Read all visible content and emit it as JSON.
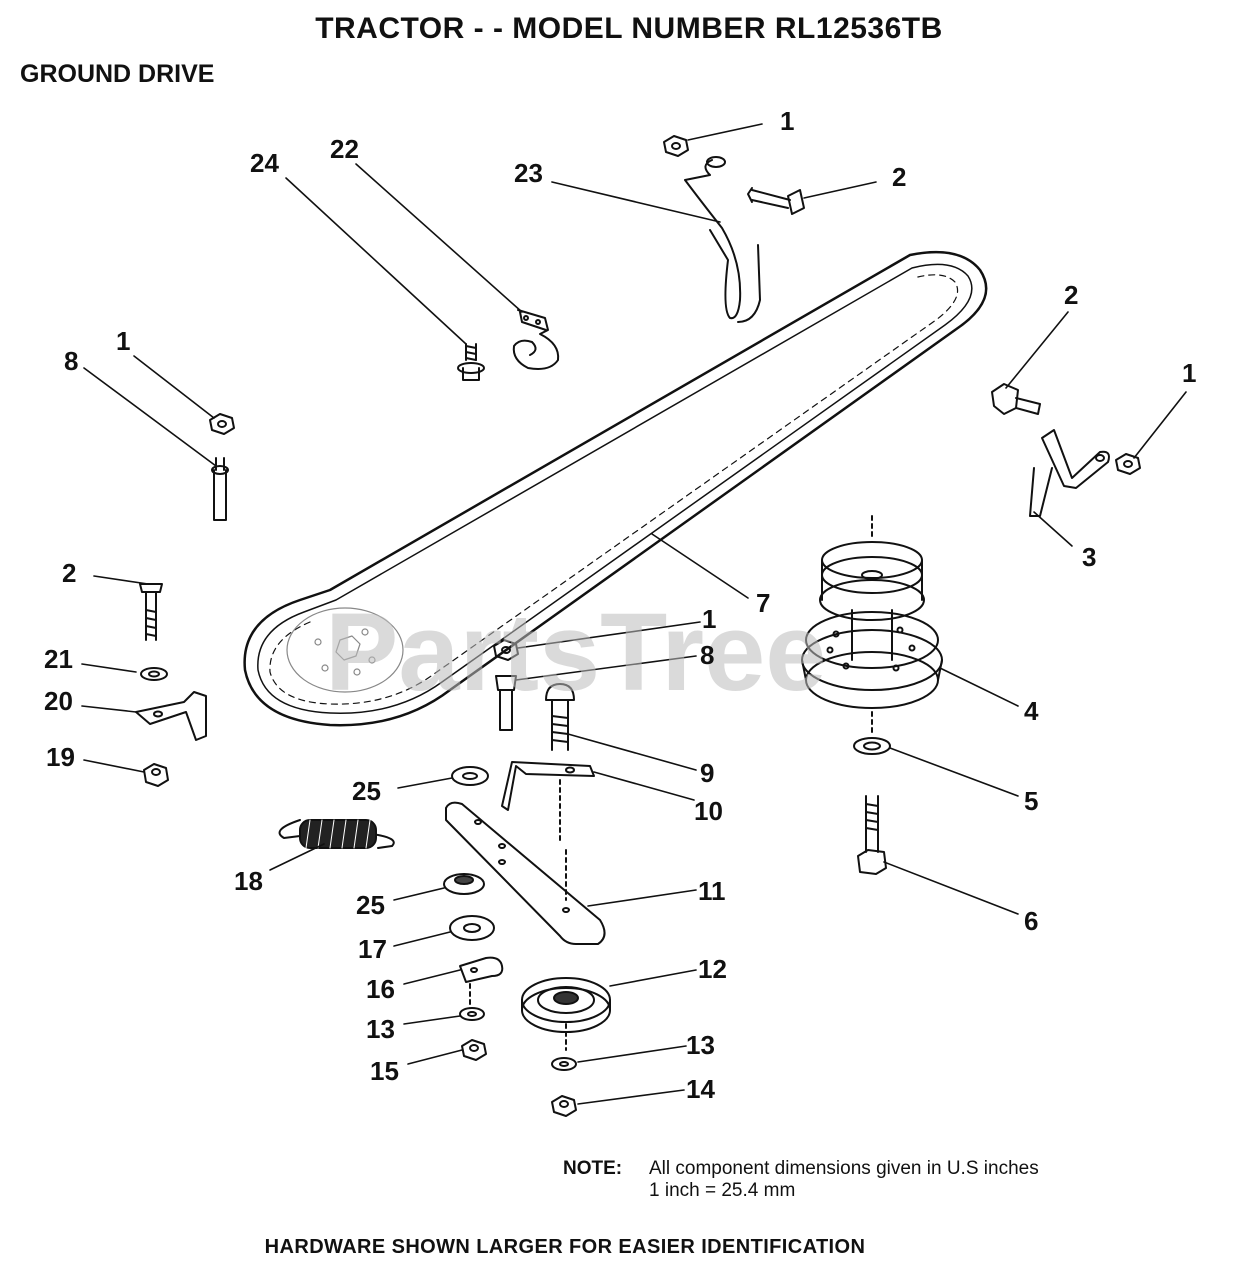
{
  "header": {
    "title": "TRACTOR - - MODEL NUMBER RL12536TB",
    "section": "GROUND DRIVE"
  },
  "watermark": "PartsTree",
  "callouts": [
    {
      "id": "c1a",
      "label": "1"
    },
    {
      "id": "c2a",
      "label": "2"
    },
    {
      "id": "c23",
      "label": "23"
    },
    {
      "id": "c24",
      "label": "24"
    },
    {
      "id": "c22",
      "label": "22"
    },
    {
      "id": "c2b",
      "label": "2"
    },
    {
      "id": "c1b",
      "label": "1"
    },
    {
      "id": "c1c",
      "label": "1"
    },
    {
      "id": "c8a",
      "label": "8"
    },
    {
      "id": "c3",
      "label": "3"
    },
    {
      "id": "c7",
      "label": "7"
    },
    {
      "id": "c2c",
      "label": "2"
    },
    {
      "id": "c1d",
      "label": "1"
    },
    {
      "id": "c8b",
      "label": "8"
    },
    {
      "id": "c21",
      "label": "21"
    },
    {
      "id": "c4",
      "label": "4"
    },
    {
      "id": "c20",
      "label": "20"
    },
    {
      "id": "c9",
      "label": "9"
    },
    {
      "id": "c19",
      "label": "19"
    },
    {
      "id": "c10",
      "label": "10"
    },
    {
      "id": "c25a",
      "label": "25"
    },
    {
      "id": "c5",
      "label": "5"
    },
    {
      "id": "c18",
      "label": "18"
    },
    {
      "id": "c11",
      "label": "11"
    },
    {
      "id": "c25b",
      "label": "25"
    },
    {
      "id": "c6",
      "label": "6"
    },
    {
      "id": "c17",
      "label": "17"
    },
    {
      "id": "c12",
      "label": "12"
    },
    {
      "id": "c16",
      "label": "16"
    },
    {
      "id": "c13a",
      "label": "13"
    },
    {
      "id": "c13b",
      "label": "13"
    },
    {
      "id": "c15",
      "label": "15"
    },
    {
      "id": "c14",
      "label": "14"
    }
  ],
  "note": {
    "label": "NOTE:",
    "line1": "All component dimensions given in U.S inches",
    "line2": "1 inch = 25.4 mm"
  },
  "footer": "HARDWARE SHOWN LARGER FOR EASIER IDENTIFICATION"
}
